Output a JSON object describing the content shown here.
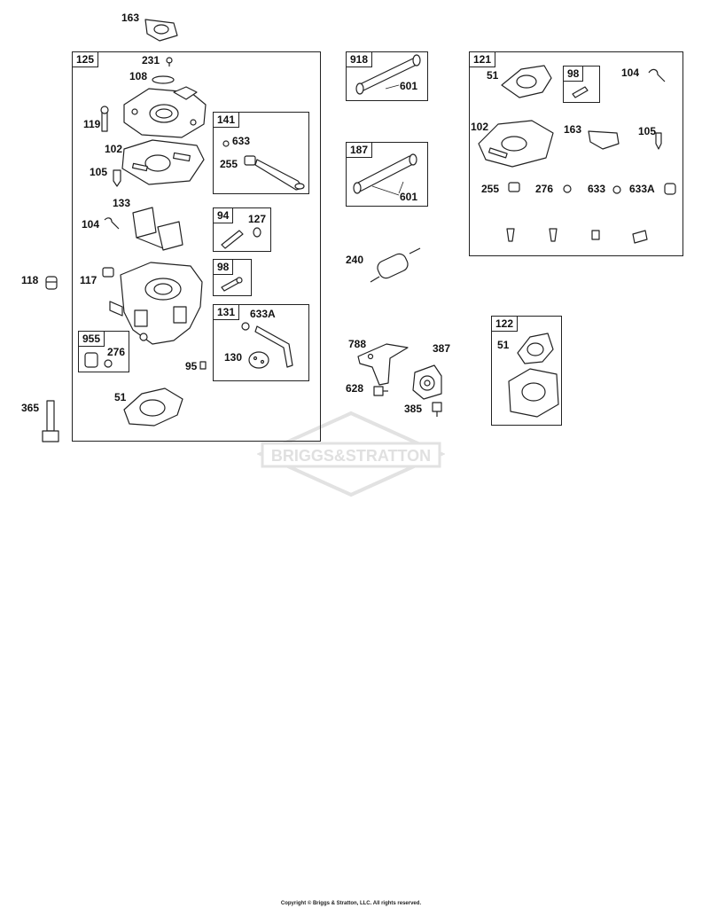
{
  "watermark": {
    "text": "BRIGGS&STRATTON",
    "color": "#d8d8d8"
  },
  "copyright": "Copyright © Briggs & Stratton, LLC. All rights reserved.",
  "kits": [
    {
      "id": "125",
      "label": "125"
    },
    {
      "id": "141",
      "label": "141"
    },
    {
      "id": "94",
      "label": "94"
    },
    {
      "id": "98",
      "label": "98"
    },
    {
      "id": "131",
      "label": "131"
    },
    {
      "id": "955",
      "label": "955"
    },
    {
      "id": "918",
      "label": "918"
    },
    {
      "id": "187",
      "label": "187"
    },
    {
      "id": "121",
      "label": "121"
    },
    {
      "id": "98b",
      "label": "98"
    },
    {
      "id": "122",
      "label": "122"
    }
  ],
  "callouts": [
    "163",
    "231",
    "108",
    "119",
    "102",
    "105",
    "633",
    "255",
    "133",
    "104",
    "127",
    "118",
    "117",
    "633A",
    "276",
    "130",
    "95",
    "51",
    "365",
    "601",
    "601",
    "240",
    "788",
    "387",
    "628",
    "385",
    "51",
    "104",
    "102",
    "163",
    "105",
    "255",
    "276",
    "633",
    "633A",
    "51"
  ]
}
